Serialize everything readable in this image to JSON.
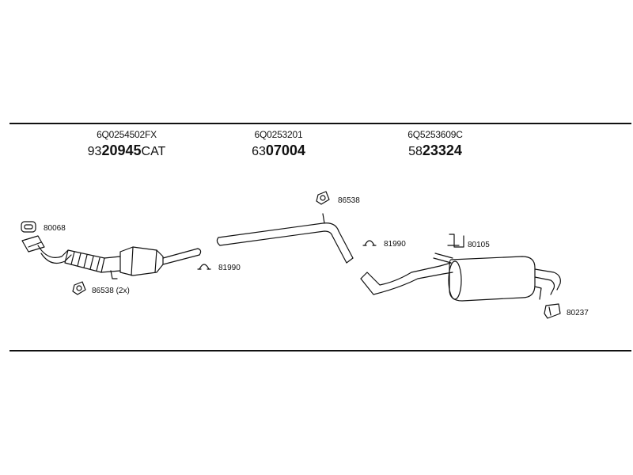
{
  "parts": [
    {
      "oe": "6Q0254502FX",
      "prefix": "93",
      "number": "20945",
      "suffix": "CAT"
    },
    {
      "oe": "6Q0253201",
      "prefix": "63",
      "number": "07004",
      "suffix": ""
    },
    {
      "oe": "6Q5253609C",
      "prefix": "58",
      "number": "23324",
      "suffix": ""
    }
  ],
  "callouts": {
    "c1": "80068",
    "c2": "86538 (2x)",
    "c3": "81990",
    "c4": "86538",
    "c5": "81990",
    "c6": "80105",
    "c7": "80237"
  }
}
